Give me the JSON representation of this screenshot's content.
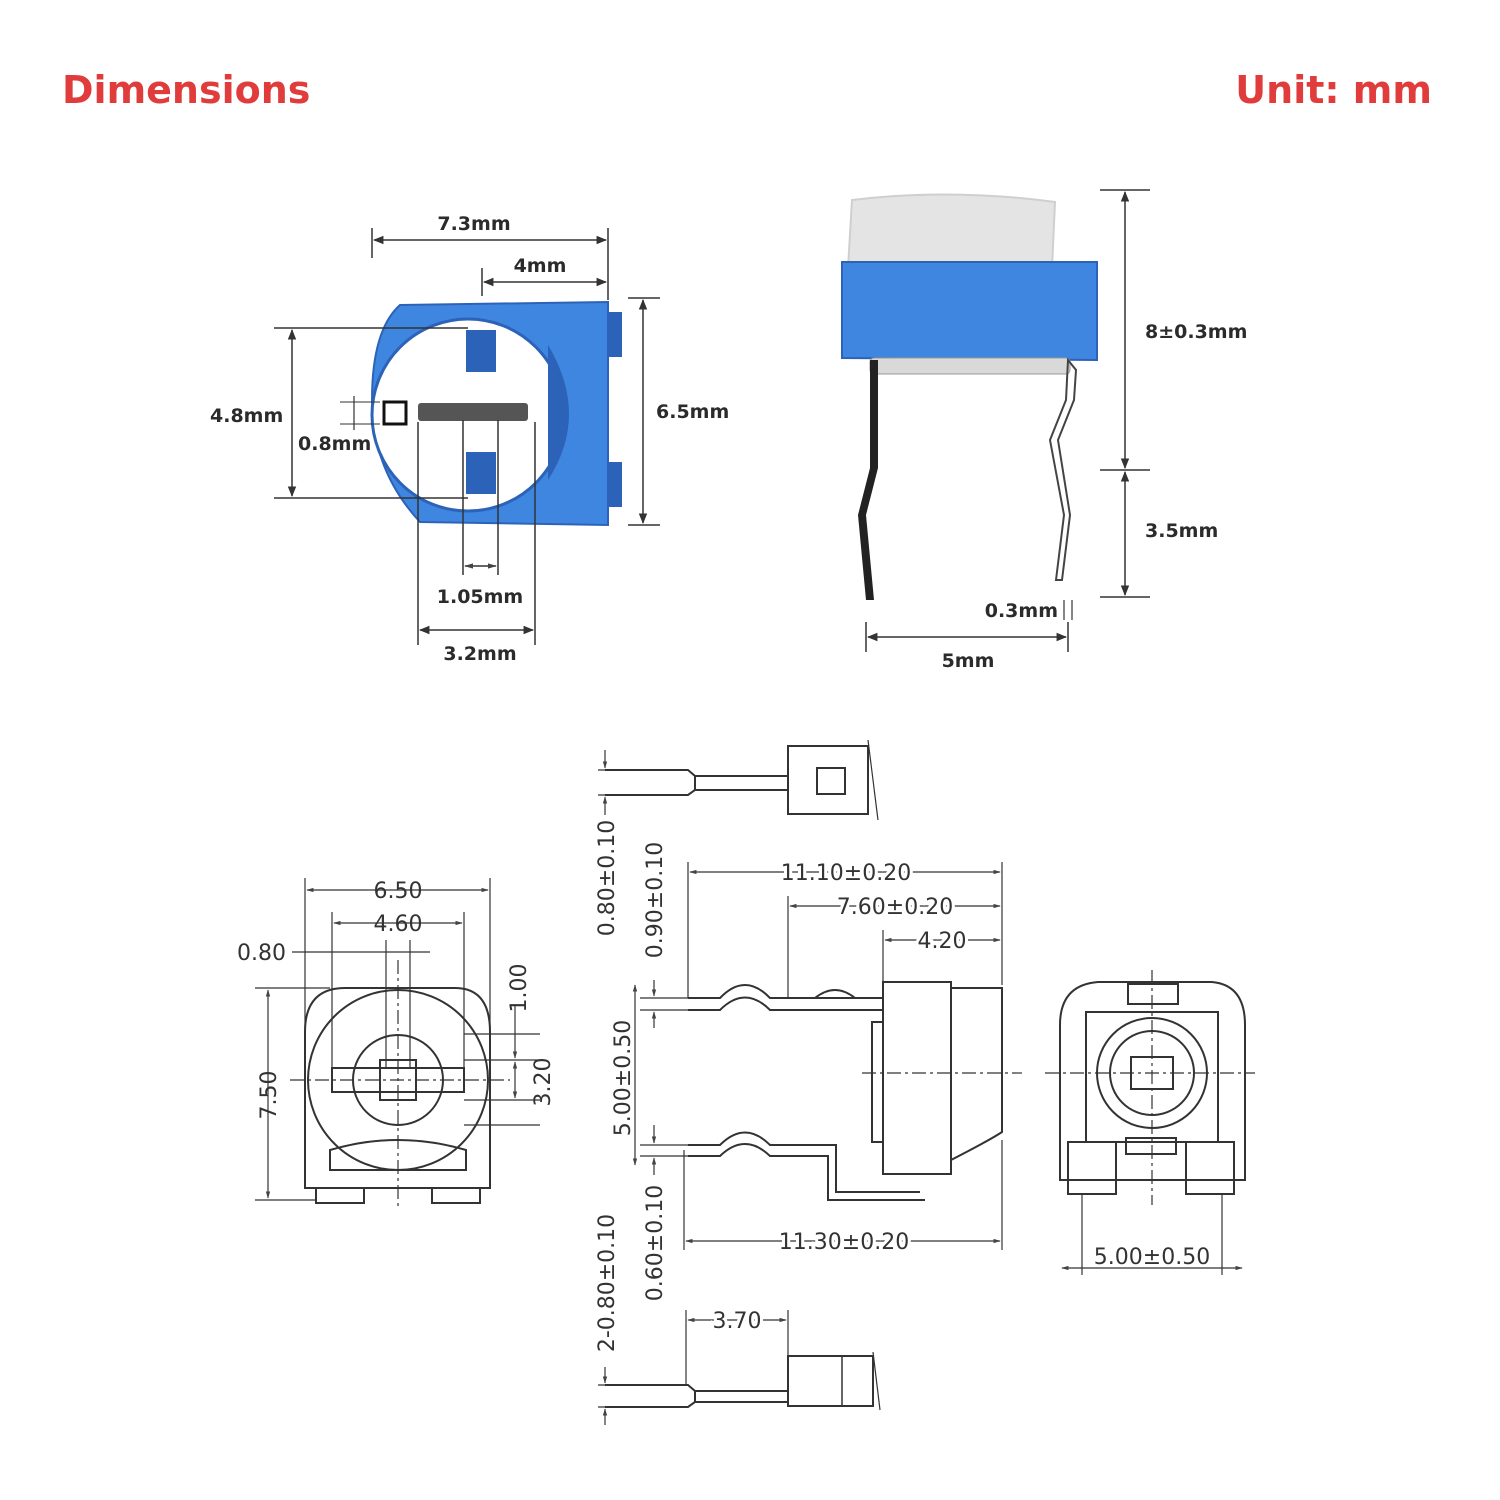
{
  "header": {
    "title": "Dimensions",
    "unit": "Unit: mm"
  },
  "colors": {
    "accent": "#e03c3c",
    "body_blue": "#3f86e0",
    "body_blue_dark": "#2c63b8",
    "knob_gray": "#e4e4e4",
    "line": "#333333"
  },
  "photo_top_view": {
    "labels": {
      "width_total": "7.3mm",
      "width_pin": "4mm",
      "height_body": "6.5mm",
      "height_rotor": "4.8mm",
      "slot": "0.8mm",
      "slot_width": "1.05mm",
      "cross_width": "3.2mm"
    }
  },
  "photo_side_view": {
    "labels": {
      "body_height": "8±0.3mm",
      "pin_length": "3.5mm",
      "pin_thickness": "0.3mm",
      "pin_pitch": "5mm"
    }
  },
  "drawing_front": {
    "labels": {
      "w_650": "6.50",
      "w_460": "4.60",
      "w_080": "0.80",
      "h_750": "7.50",
      "h_100": "1.00",
      "h_320": "3.20"
    }
  },
  "drawing_side": {
    "labels": {
      "l_1110": "11.10±0.20",
      "l_760": "7.60±0.20",
      "l_420": "4.20",
      "l_1130": "11.30±0.20",
      "v_080": "0.80±0.10",
      "v_090": "0.90±0.10",
      "v_500": "5.00±0.50",
      "v_060": "0.60±0.10",
      "v_2080": "2-0.80±0.10",
      "l_370": "3.70"
    }
  },
  "drawing_back": {
    "labels": {
      "w_500": "5.00±0.50"
    }
  }
}
